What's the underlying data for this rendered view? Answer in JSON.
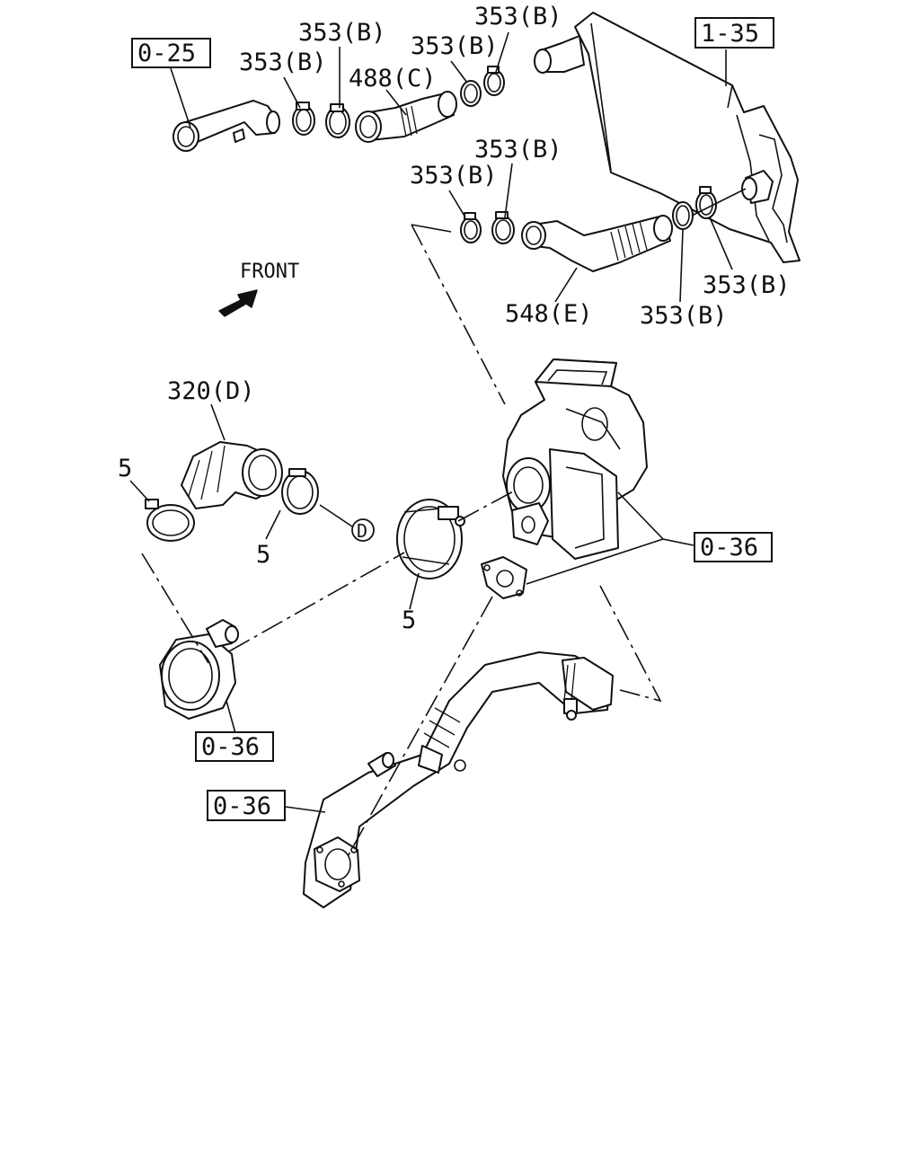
{
  "labels": {
    "ref_0_25": "0-25",
    "ref_1_35": "1-35",
    "ref_0_36_right": "0-36",
    "ref_0_36_left": "0-36",
    "ref_0_36_bottom": "0-36",
    "clamp_353b_1": "353(B)",
    "clamp_353b_2": "353(B)",
    "clamp_353b_3": "353(B)",
    "clamp_353b_4": "353(B)",
    "clamp_353b_5": "353(B)",
    "clamp_353b_6": "353(B)",
    "clamp_353b_7": "353(B)",
    "clamp_353b_8": "353(B)",
    "hose_488c": "488(C)",
    "hose_548e": "548(E)",
    "hose_320d": "320(D)",
    "clamp_5_a": "5",
    "clamp_5_b": "5",
    "clamp_5_c": "5",
    "circle_d": "D",
    "front": "FRONT"
  },
  "icons": {
    "front_arrow": "arrow-front-icon"
  }
}
